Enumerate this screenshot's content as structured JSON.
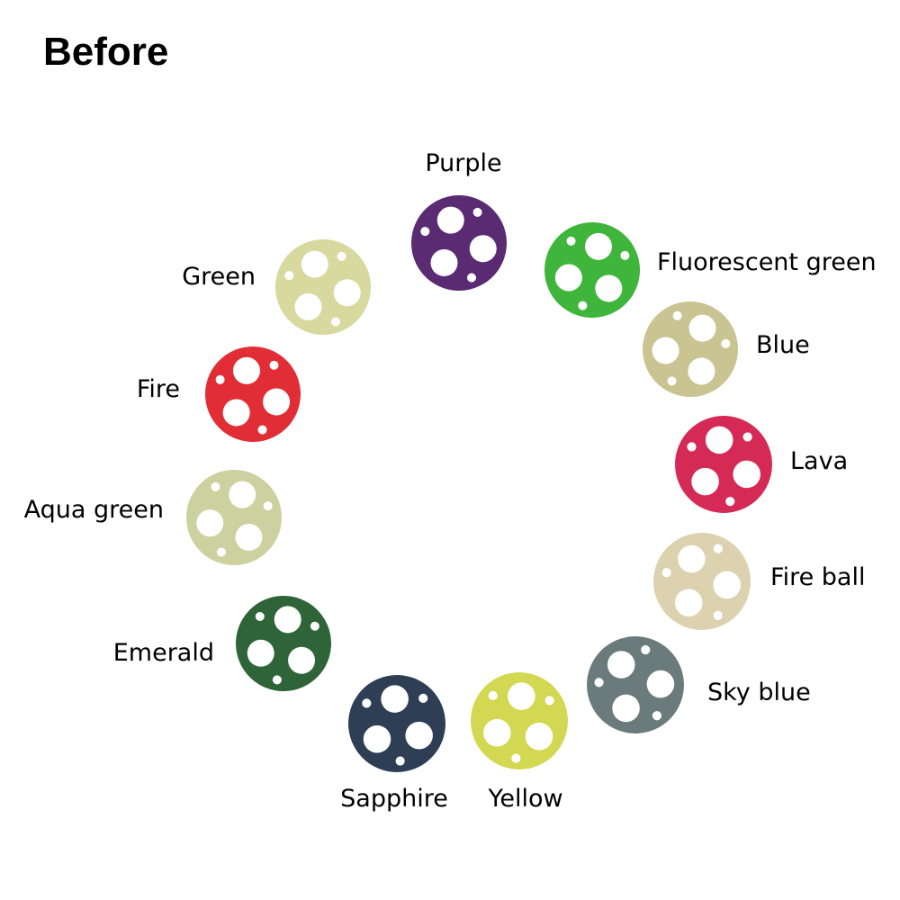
{
  "title": "Before",
  "gaskets": [
    {
      "key": "purple",
      "label": "Purple",
      "color": "#5a2a72"
    },
    {
      "key": "fluorescent-green",
      "label": "Fluorescent green",
      "color": "#3fb53c"
    },
    {
      "key": "blue",
      "label": "Blue",
      "color": "#c9c492"
    },
    {
      "key": "lava",
      "label": "Lava",
      "color": "#d42a55"
    },
    {
      "key": "fire-ball",
      "label": "Fire ball",
      "color": "#dcd2b0"
    },
    {
      "key": "sky-blue",
      "label": "Sky blue",
      "color": "#6b7a7a"
    },
    {
      "key": "yellow",
      "label": "Yellow",
      "color": "#d3d852"
    },
    {
      "key": "sapphire",
      "label": "Sapphire",
      "color": "#2d3e55"
    },
    {
      "key": "emerald",
      "label": "Emerald",
      "color": "#2f6438"
    },
    {
      "key": "aqua-green",
      "label": "Aqua green",
      "color": "#cdd19f"
    },
    {
      "key": "fire",
      "label": "Fire",
      "color": "#e12e36"
    },
    {
      "key": "green",
      "label": "Green",
      "color": "#d7d99e"
    }
  ]
}
